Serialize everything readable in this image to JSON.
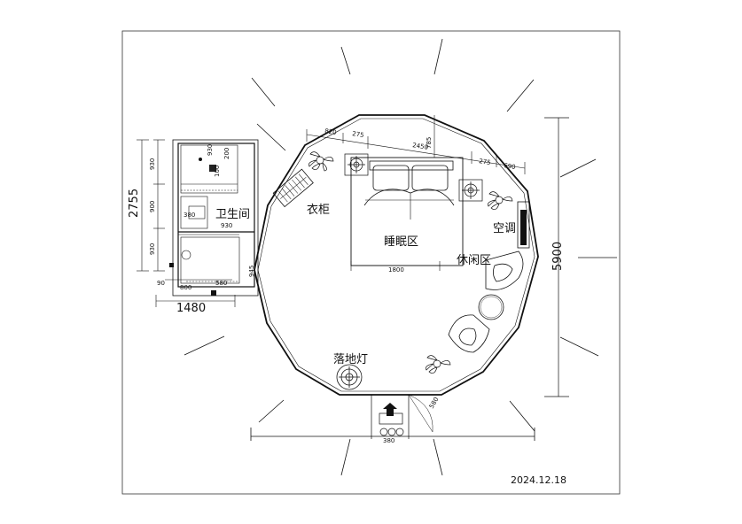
{
  "rooms": {
    "bathroom": "卫生间",
    "wardrobe": "衣柜",
    "sleeping_area": "睡眠区",
    "air_conditioner": "空调",
    "leisure_area": "休闲区",
    "floor_lamp": "落地灯"
  },
  "dimensions": {
    "overall_height": "5900",
    "bath_total_height": "2755",
    "bath_total_width": "1480",
    "bath_d1": "930",
    "bath_d2": "900",
    "bath_d3": "930",
    "bath_w_800": "800",
    "bath_w_580": "580",
    "bath_w_90": "90",
    "bath_gap": "945",
    "bath_inner_930a": "930",
    "bath_inner_930b": "930",
    "bath_inner_380": "380",
    "bath_inner_100": "100",
    "bath_inner_200": "200",
    "top_d_820": "820",
    "top_d_275a": "275",
    "top_d_2450": "2450",
    "top_d_275b": "275",
    "top_d_690": "690",
    "top_d_785": "785",
    "bed_width": "1800",
    "door_width": "580",
    "door_small": "380"
  },
  "date": "2024.12.18",
  "colors": {
    "line": "#111111",
    "frame": "#333333",
    "hatch": "#222222"
  }
}
